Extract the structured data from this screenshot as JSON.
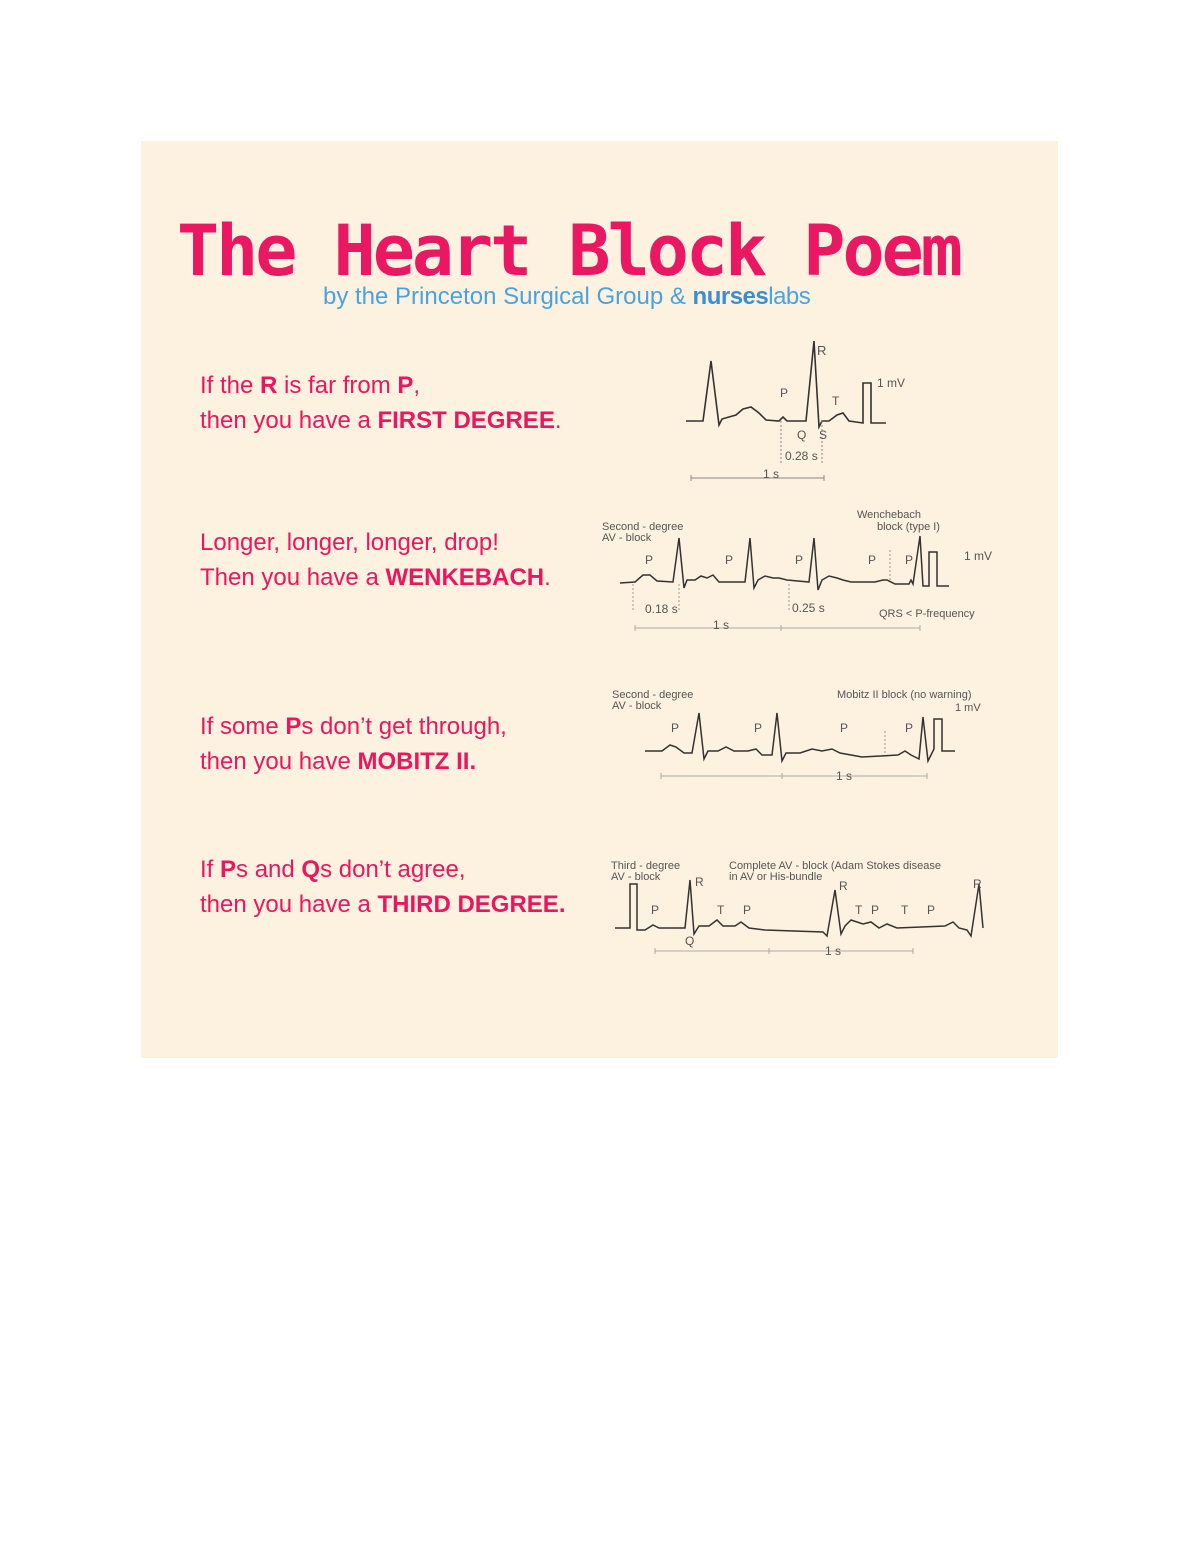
{
  "header": {
    "title": "The Heart Block Poem",
    "subtitle_prefix": "by the Princeton Surgical Group &",
    "logo_main": "nurses",
    "logo_suffix": "labs"
  },
  "colors": {
    "background": "#fdf1e0",
    "title": "#ea1763",
    "subtitle": "#4aa3df",
    "verse": "#e8175f",
    "trace": "#333333"
  },
  "verses": [
    {
      "line1": [
        "If the ",
        "R",
        " is far from ",
        "P",
        ","
      ],
      "line2": [
        "then you have a ",
        "FIRST DEGREE",
        "."
      ],
      "diagram": {
        "labels": [
          "R",
          "P",
          "T",
          "Q",
          "S",
          "1 mV"
        ],
        "interval": "0.28 s",
        "scale": "1 s"
      }
    },
    {
      "line1": [
        "Longer, longer, longer, drop!"
      ],
      "line2": [
        "Then you have a ",
        "WENKEBACH",
        "."
      ],
      "diagram": {
        "caption_left": [
          "Second - degree",
          "AV - block"
        ],
        "caption_right": [
          "Wenchebach",
          "block (type I)"
        ],
        "labels": [
          "P",
          "P",
          "P",
          "P",
          "P",
          "1 mV"
        ],
        "interval_1": "0.18 s",
        "interval_2": "0.25 s",
        "note": "QRS < P-frequency",
        "scale": "1 s"
      }
    },
    {
      "line1": [
        "If some ",
        "P",
        "s don’t get through,"
      ],
      "line2": [
        "then you have ",
        "MOBITZ II."
      ],
      "diagram": {
        "caption_left": [
          "Second - degree",
          "AV - block"
        ],
        "caption_right": "Mobitz II block (no warning)",
        "labels": [
          "P",
          "P",
          "P",
          "P",
          "1 mV"
        ],
        "scale": "1 s"
      }
    },
    {
      "line1": [
        "If ",
        "P",
        "s and ",
        "Q",
        "s don’t agree,"
      ],
      "line2": [
        "then you have a ",
        "THIRD DEGREE."
      ],
      "diagram": {
        "caption_left": [
          "Third - degree",
          "AV - block"
        ],
        "caption_right": [
          "Complete  AV - block (Adam Stokes disease",
          "in AV or His-bundle"
        ],
        "labels": [
          "R",
          "P",
          "T",
          "P",
          "R",
          "T",
          "P",
          "T",
          "P",
          "R",
          "Q"
        ],
        "scale": "1 s"
      }
    }
  ]
}
